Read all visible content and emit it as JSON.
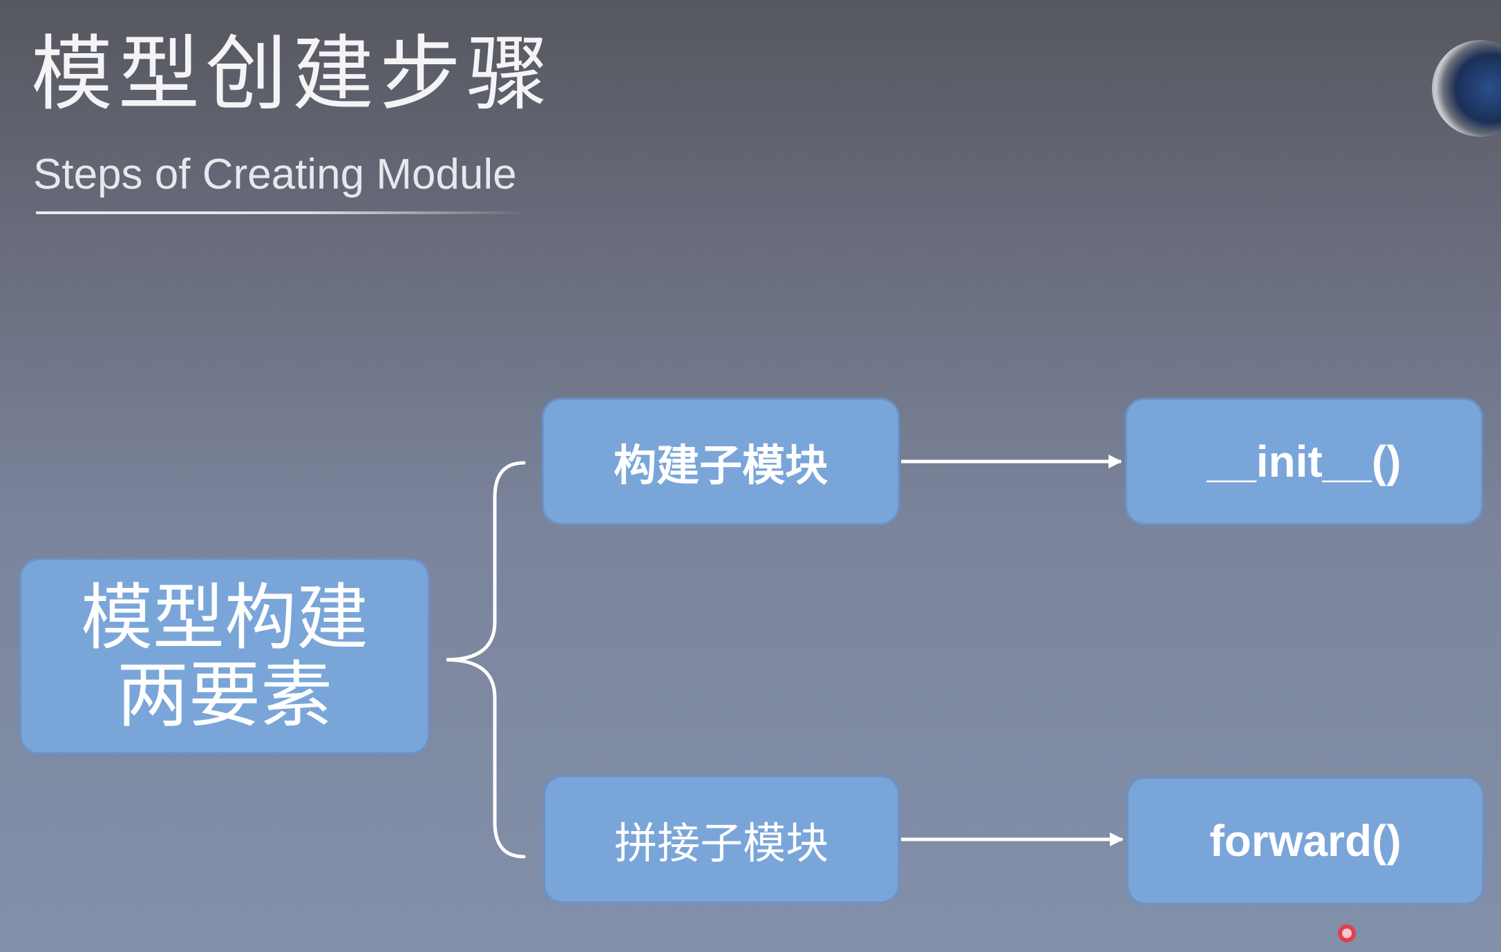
{
  "slide": {
    "title": "模型创建步骤",
    "subtitle": "Steps of Creating Module"
  },
  "diagram": {
    "root": {
      "line1": "模型构建",
      "line2": "两要素"
    },
    "branches": [
      {
        "step": "构建子模块",
        "method": "__init__()"
      },
      {
        "step": "拼接子模块",
        "method": "forward()"
      }
    ]
  },
  "colors": {
    "box_fill": "#7aa5d9",
    "connector": "#ffffff",
    "background_top": "#56575f",
    "background_bottom": "#8390aa"
  },
  "icons": [
    "logo-icon",
    "cursor-indicator-icon"
  ]
}
